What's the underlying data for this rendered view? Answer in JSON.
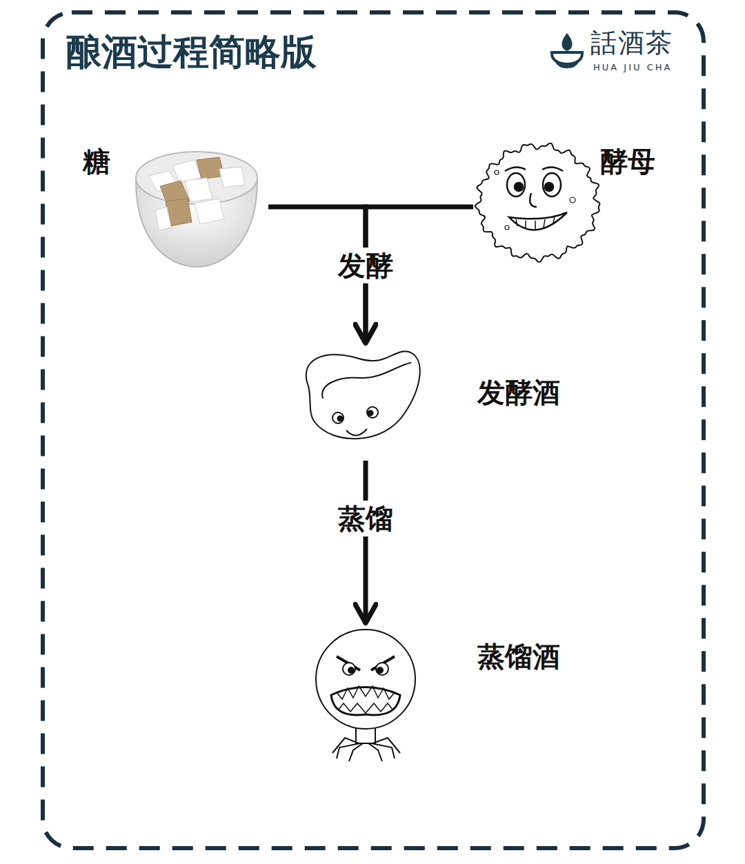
{
  "diagram": {
    "title": "酿酒过程简略版",
    "nodes": [
      {
        "text": [
          "糖"
        ]
      },
      {
        "text": [
          "酵母"
        ]
      },
      {
        "text": [
          "发酵酒"
        ]
      },
      {
        "text": [
          "蒸馏酒"
        ]
      }
    ],
    "edges": [
      {
        "from": 0,
        "to": 2,
        "arrow": "to",
        "label": "发酵"
      },
      {
        "from": 1,
        "to": 2,
        "arrow": "to"
      },
      {
        "from": 2,
        "to": 3,
        "arrow": "to",
        "label": "蒸馏"
      }
    ],
    "labels": [
      "話酒茶",
      "HUA JIU CHA"
    ]
  }
}
